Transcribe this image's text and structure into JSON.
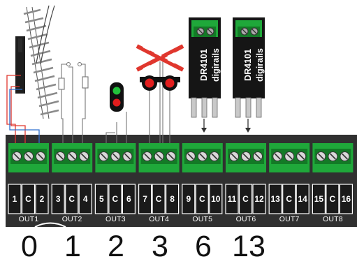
{
  "colors": {
    "board": "#303030",
    "terminal_green": "#1fa83a",
    "terminal_dark_green": "#137a26",
    "pin_block": "#1a1a1a",
    "wire_red": "#e0372e",
    "wire_blue": "#2d6fd0",
    "signal_green": "#22c23b",
    "signal_red": "#e21d1d"
  },
  "outputs": [
    {
      "label": "OUT1",
      "pins": [
        "1",
        "C",
        "2"
      ],
      "device": "turnout-motor-icon"
    },
    {
      "label": "OUT2",
      "pins": [
        "3",
        "C",
        "4"
      ],
      "device": "twin-coil-icon"
    },
    {
      "label": "OUT3",
      "pins": [
        "5",
        "C",
        "6"
      ],
      "device": "two-aspect-signal-icon"
    },
    {
      "label": "OUT4",
      "pins": [
        "7",
        "C",
        "8"
      ],
      "device": "crossing-signal-icon"
    },
    {
      "label": "OUT5",
      "pins": [
        "9",
        "C",
        "10"
      ],
      "device": "dr4101-module-icon"
    },
    {
      "label": "OUT6",
      "pins": [
        "11",
        "C",
        "12"
      ],
      "device": "dr4101-module-icon"
    },
    {
      "label": "OUT7",
      "pins": [
        "13",
        "C",
        "14"
      ],
      "device": ""
    },
    {
      "label": "OUT8",
      "pins": [
        "15",
        "C",
        "16"
      ],
      "device": ""
    }
  ],
  "modules": [
    {
      "line1": "DR4101",
      "line2": "digirails"
    },
    {
      "line1": "DR4101",
      "line2": "digirails"
    }
  ],
  "config_numbers": [
    "0",
    "1",
    "2",
    "3",
    "6",
    "13"
  ]
}
